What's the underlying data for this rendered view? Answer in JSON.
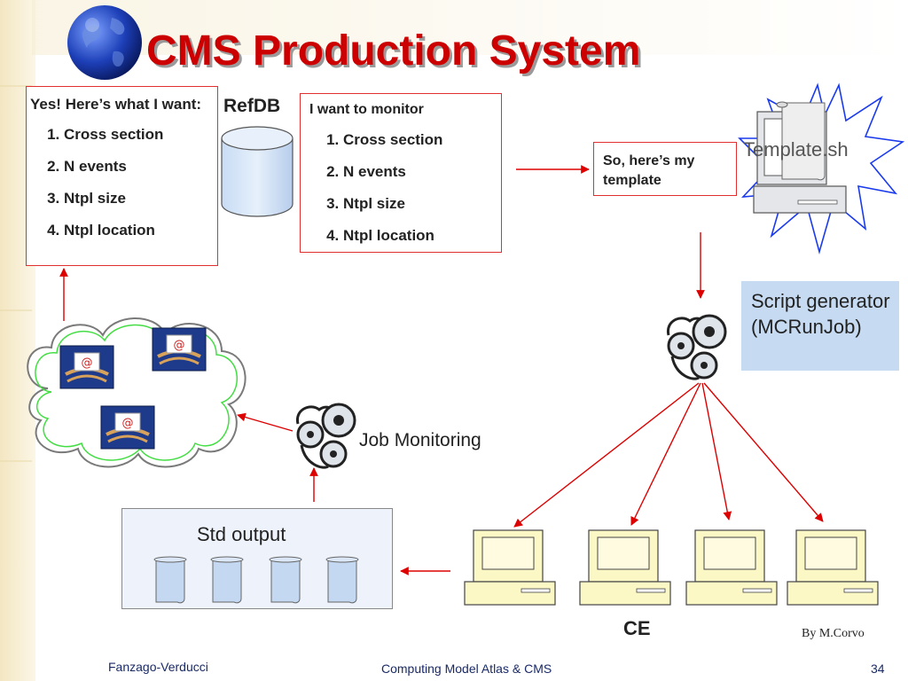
{
  "title": "CMS Production System",
  "refdb_label": "RefDB",
  "want_box": {
    "heading": "Yes! Here’s what I want:",
    "items": [
      "Cross section",
      "N events",
      "Ntpl size",
      "Ntpl location"
    ]
  },
  "monitor_box": {
    "heading": "I want to monitor",
    "items": [
      "Cross section",
      "N events",
      "Ntpl size",
      "Ntpl location"
    ]
  },
  "template_box": {
    "text": "So, here’s my template"
  },
  "template_file_label": "Template.sh",
  "script_generator_label": "Script generator (MCRunJob)",
  "job_monitoring_label": "Job Monitoring",
  "std_output_label": "Std output",
  "ce_label": "CE",
  "author": "By M.Corvo",
  "footer": {
    "left": "Fanzago-Verducci",
    "center": "Computing Model Atlas & CMS",
    "page": "34"
  },
  "colors": {
    "title": "#cc0000",
    "box_border": "#e03030",
    "arrow": "#dd0000",
    "script_generator_bg": "#c6dbf2",
    "std_output_bg": "#eef2fb",
    "computer": "#fbf8c6",
    "footer_text": "#1a2a66",
    "sidebar": "#f5ebcc"
  },
  "icons": {
    "globe": "globe-icon",
    "database": "database-cylinder-icon",
    "computer": "computer-icon",
    "gears": "gears-icon",
    "email": "email-icon",
    "document": "scroll-document-icon",
    "cloud": "cloud-icon",
    "starburst": "starburst-icon"
  }
}
